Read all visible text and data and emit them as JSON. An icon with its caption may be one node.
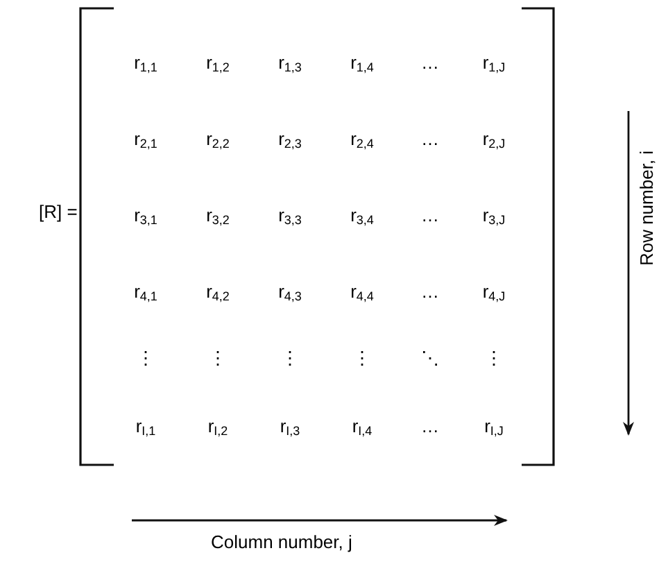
{
  "diagram": {
    "labels": [
      "[R] =",
      "r$_{1,1}$",
      "r$_{1,2}$",
      "r$_{1,3}$",
      "r$_{1,4}$",
      "…",
      "r$_{1,J}$",
      "r$_{2,1}$",
      "r$_{2,2}$",
      "r$_{2,3}$",
      "r$_{2,4}$",
      "…",
      "r$_{2,J}$",
      "r$_{3,1}$",
      "r$_{3,2}$",
      "r$_{3,3}$",
      "r$_{3,4}$",
      "…",
      "r$_{3,J}$",
      "r$_{4,1}$",
      "r$_{4,2}$",
      "r$_{4,3}$",
      "r$_{4,4}$",
      "…",
      "r$_{4,J}$",
      "⋮",
      "⋮",
      "⋮",
      "⋮",
      "⋱",
      "⋮",
      "r$_{I,1}$",
      "r$_{I,2}$",
      "r$_{I,3}$",
      "r$_{I,4}$",
      "…",
      "r$_{I,J}$",
      "Column number, j",
      "Row number, i"
    ]
  }
}
